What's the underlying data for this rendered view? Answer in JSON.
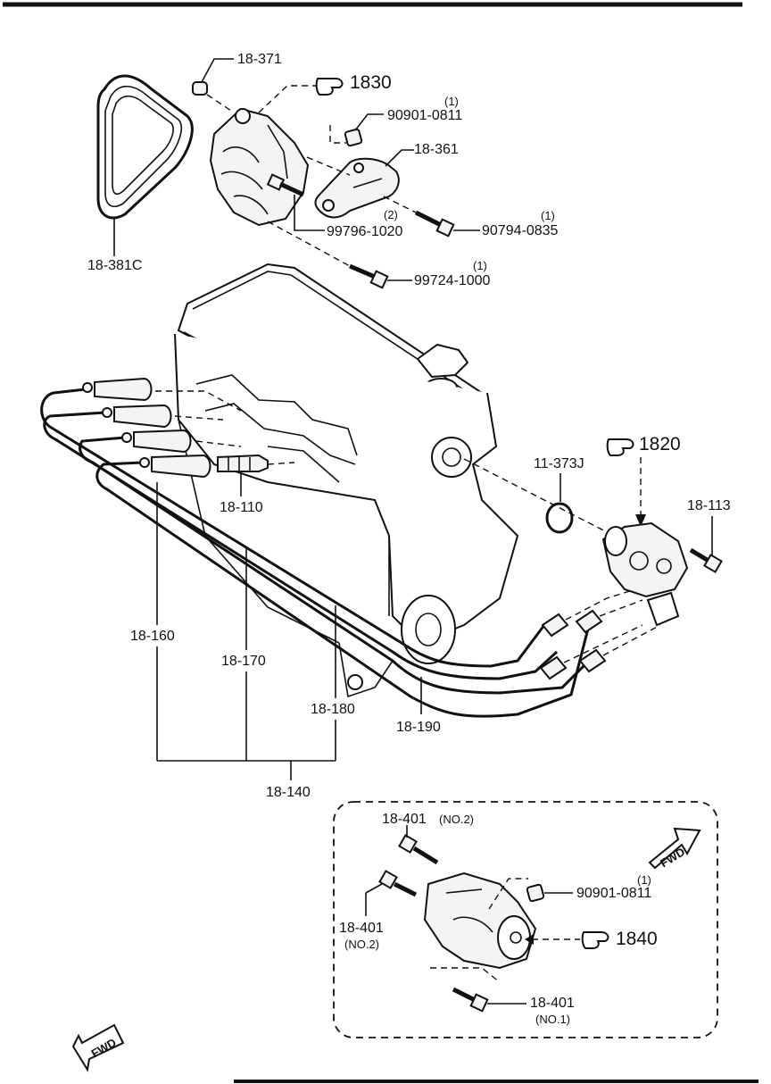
{
  "labels": {
    "belt": "18-381C",
    "cap": "18-371",
    "ref_alternator": "1830",
    "nut_top": "90901-0811",
    "nut_top_qty": "(1)",
    "bracket": "18-361",
    "bolt_a": "99796-1020",
    "bolt_a_qty": "(2)",
    "bolt_b": "90794-0835",
    "bolt_b_qty": "(1)",
    "bolt_c": "99724-1000",
    "bolt_c_qty": "(1)",
    "spark_plug": "18-110",
    "oring": "11-373J",
    "ref_distributor": "1820",
    "dist_bolt": "18-113",
    "wire_160": "18-160",
    "wire_170": "18-170",
    "wire_180": "18-180",
    "wire_190": "18-190",
    "wire_set": "18-140",
    "starter_bolt_1": "18-401",
    "starter_bolt_1_note": "(NO.2)",
    "starter_bolt_2": "18-401",
    "starter_bolt_2_note": "(NO.2)",
    "starter_nut": "90901-0811",
    "starter_nut_qty": "(1)",
    "ref_starter": "1840",
    "starter_bolt_3": "18-401",
    "starter_bolt_3_note": "(NO.1)",
    "fwd_top": "FWD",
    "fwd_bottom": "FWD"
  },
  "icons": {
    "reference_pointer": "pointing-hand-icon",
    "forward_arrow": "fwd-arrow-icon"
  }
}
